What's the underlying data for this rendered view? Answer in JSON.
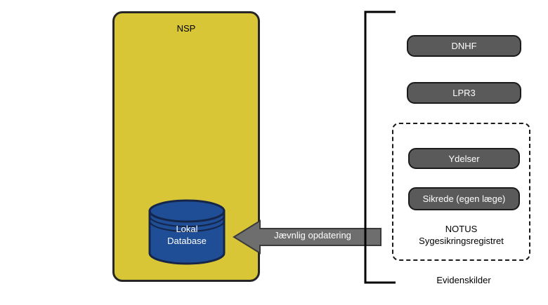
{
  "diagram": {
    "nsp": {
      "title": "NSP",
      "fill_color": "#d8c636",
      "border_color": "#262626"
    },
    "database": {
      "label_line1": "Lokal",
      "label_line2": "Database",
      "fill_color": "#1f4e96",
      "text_color": "#ffffff"
    },
    "arrow": {
      "label": "Jævnlig opdatering",
      "direction": "right-to-left",
      "fill_color": "#6e6e6e",
      "text_color": "#ffffff"
    },
    "sources": {
      "bracket_label": "Evidenskilder",
      "top_boxes": [
        {
          "label": "DNHF"
        },
        {
          "label": "LPR3"
        }
      ],
      "group": {
        "title_line1": "NOTUS",
        "title_line2": "Sygesikringsregistret",
        "boxes": [
          {
            "label": "Ydelser"
          },
          {
            "label": "Sikrede (egen læge)"
          }
        ],
        "border_style": "dashed"
      },
      "box_fill_color": "#5a5a5a",
      "box_text_color": "#ffffff"
    }
  }
}
